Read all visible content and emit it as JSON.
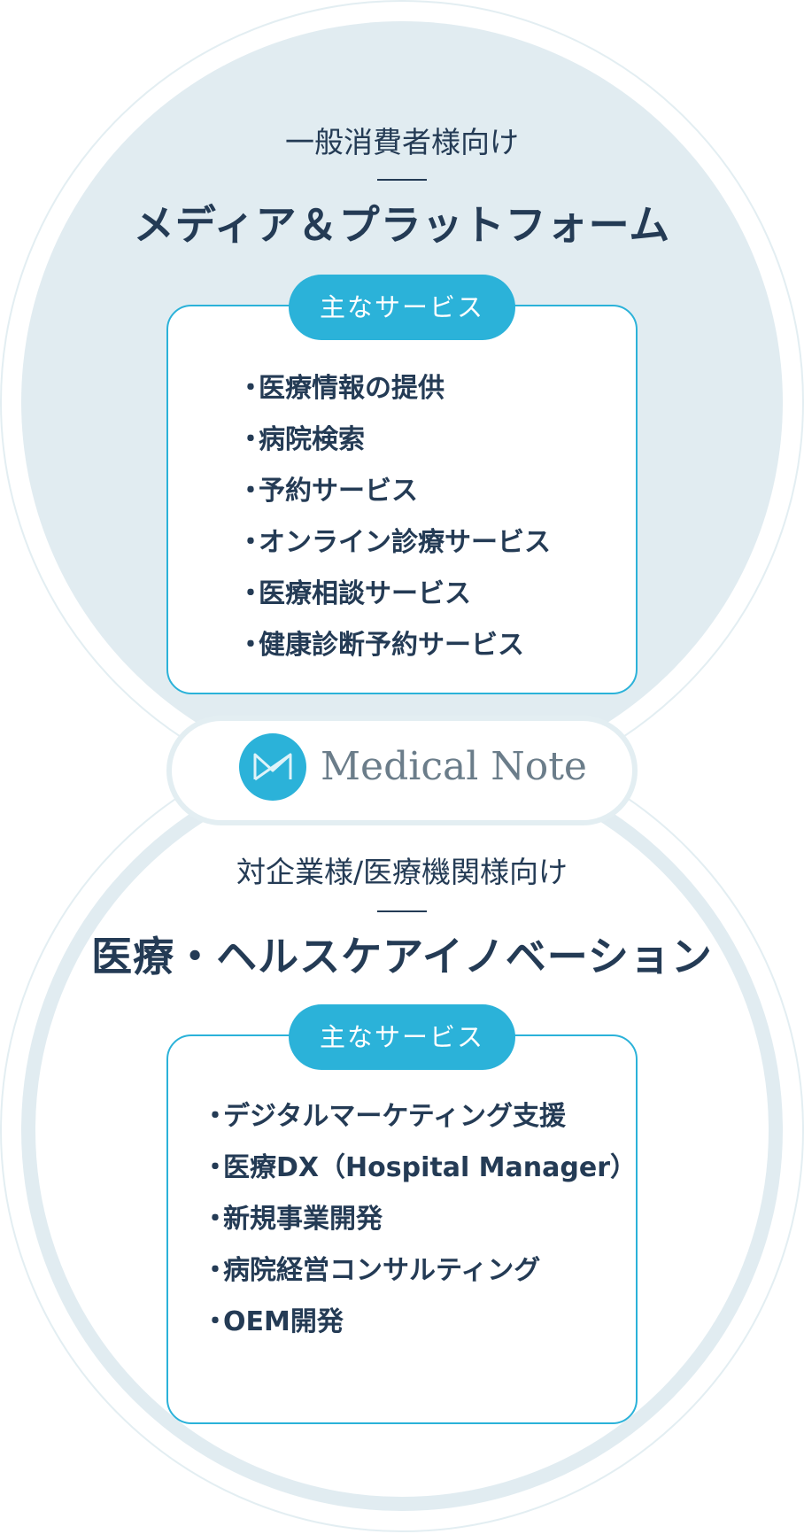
{
  "top_section": {
    "subtitle": "一般消費者様向け",
    "title": "メディア＆プラットフォーム",
    "services_label": "主なサービス",
    "services": [
      "医療情報の提供",
      "病院検索",
      "予約サービス",
      "オンライン診療サービス",
      "医療相談サービス",
      "健康診断予約サービス"
    ]
  },
  "logo": {
    "text": "Medical Note",
    "icon": "medical-note-m-icon",
    "color": "#2bb2d9"
  },
  "bottom_section": {
    "subtitle": "対企業様/医療機関様向け",
    "title": "医療・ヘルスケアイノベーション",
    "services_label": "主なサービス",
    "services": [
      "デジタルマーケティング支援",
      "医療DX（Hospital Manager）",
      "新規事業開発",
      "病院経営コンサルティング",
      "OEM開発"
    ]
  },
  "colors": {
    "accent": "#2bb2d9",
    "circle_fill": "#e1ecf1",
    "text": "#243b55"
  }
}
